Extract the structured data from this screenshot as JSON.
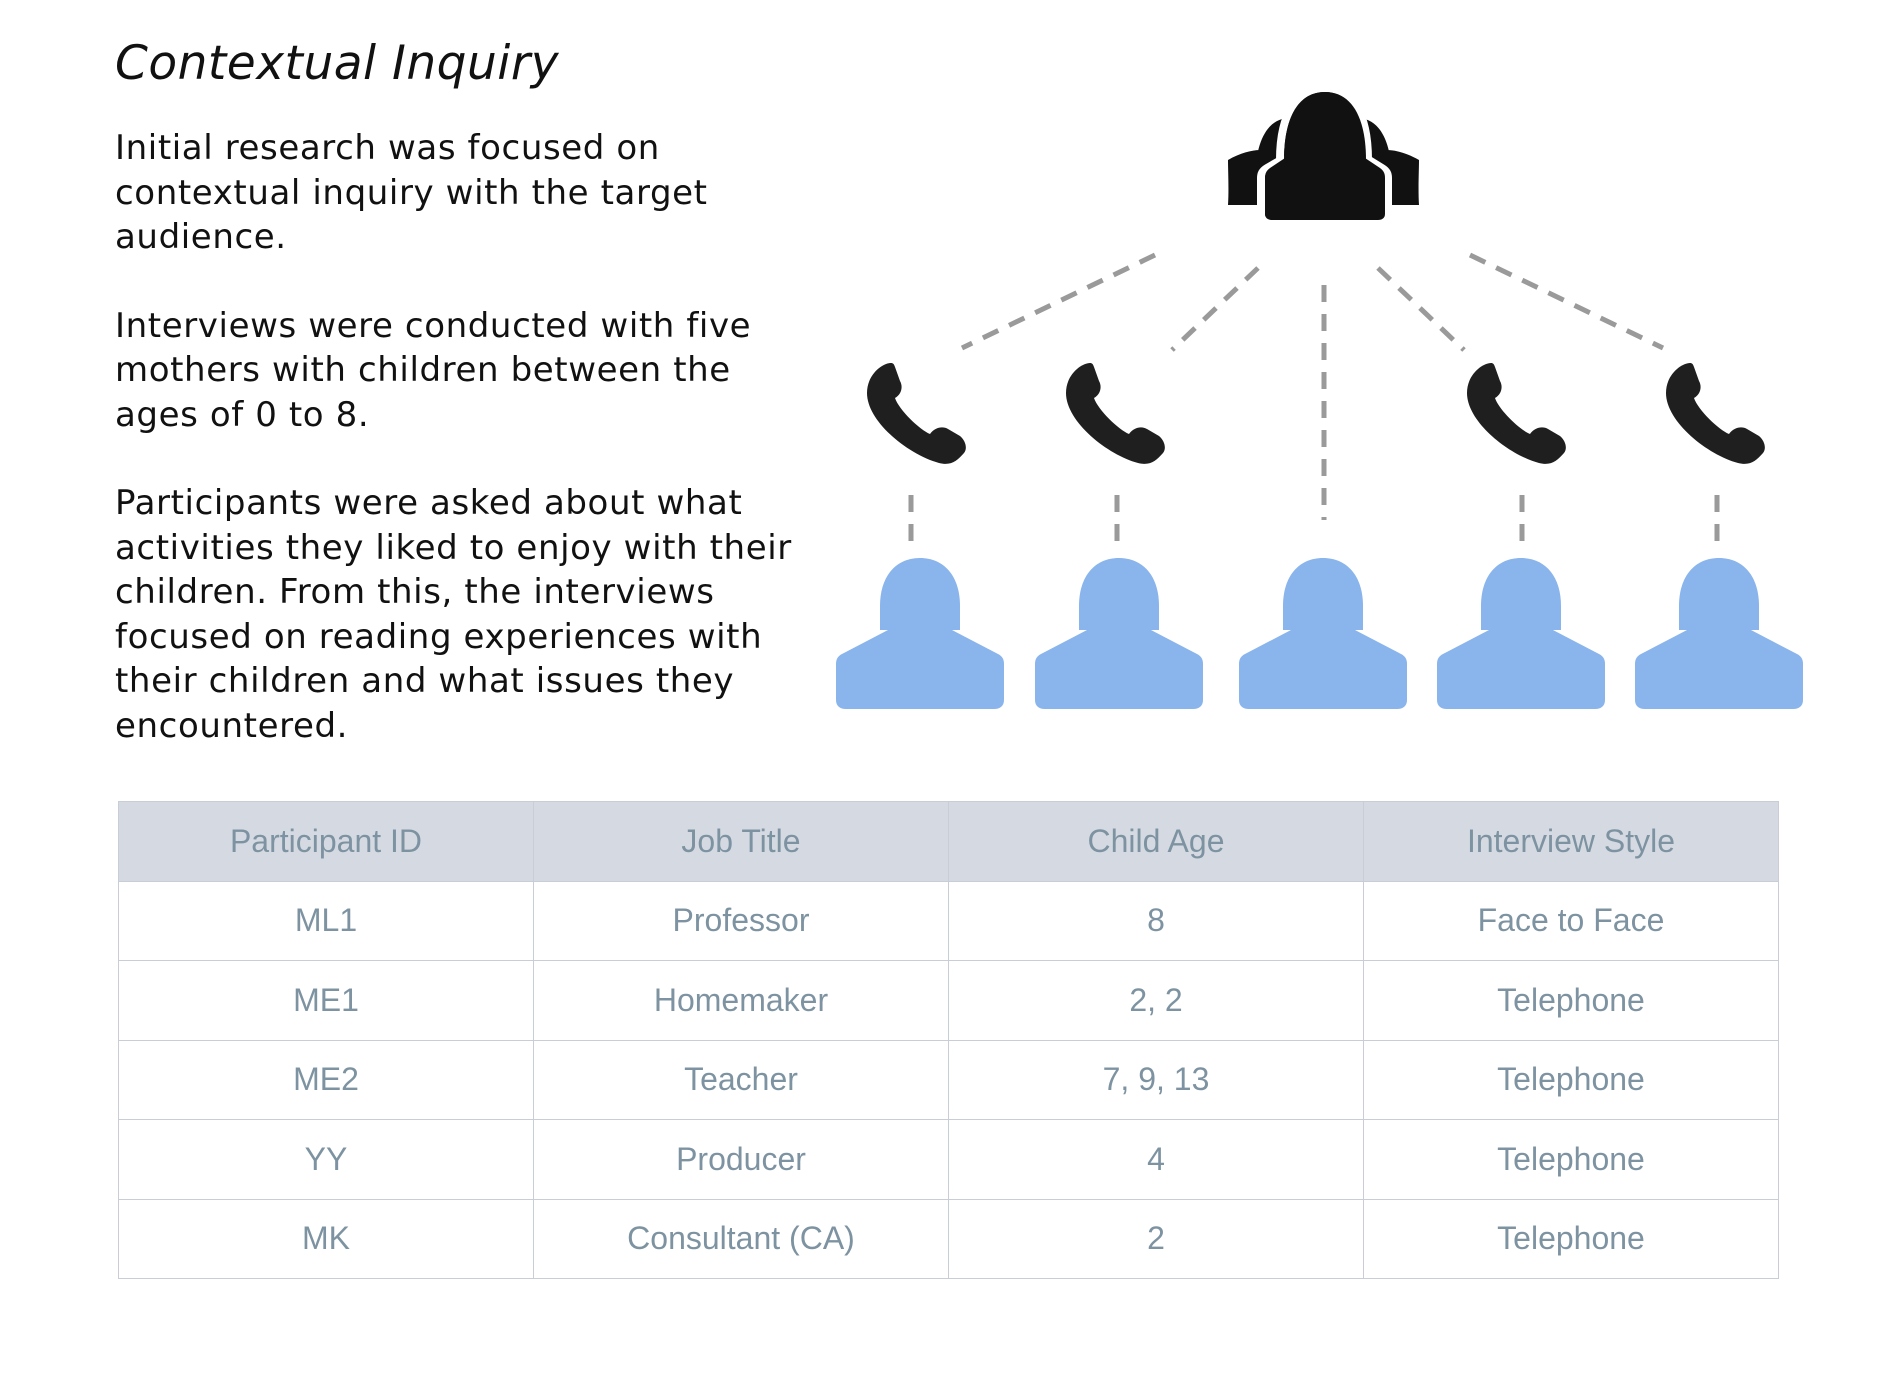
{
  "title": "Contextual Inquiry",
  "paragraphs": [
    "Initial research was focused on contextual inquiry with the target audience.",
    "Interviews were conducted with five mothers with children between the ages of 0 to 8.",
    "Participants were asked about what activities they liked to enjoy with their children. From this, the interviews focused on reading experiences with their children and what issues they encountered."
  ],
  "colors": {
    "group_icon": "#111111",
    "phone_icon": "#1f1f1f",
    "participant_icon": "#89b4ec",
    "connector": "#9a9a9a",
    "table_header_bg": "#d5dae2",
    "table_text": "#7e93a1",
    "table_border": "#c9ced6"
  },
  "diagram": {
    "hub_icon": "group-users-icon",
    "branches": [
      {
        "phone_icon": "phone-icon",
        "participant_icon": "person-icon"
      },
      {
        "phone_icon": "phone-icon",
        "participant_icon": "person-icon"
      },
      {
        "phone_icon": null,
        "participant_icon": "person-icon"
      },
      {
        "phone_icon": "phone-icon",
        "participant_icon": "person-icon"
      },
      {
        "phone_icon": "phone-icon",
        "participant_icon": "person-icon"
      }
    ]
  },
  "table": {
    "headers": [
      "Participant ID",
      "Job Title",
      "Child Age",
      "Interview Style"
    ],
    "rows": [
      [
        "ML1",
        "Professor",
        "8",
        "Face to Face"
      ],
      [
        "ME1",
        "Homemaker",
        "2, 2",
        "Telephone"
      ],
      [
        "ME2",
        "Teacher",
        "7, 9, 13",
        "Telephone"
      ],
      [
        "YY",
        "Producer",
        "4",
        "Telephone"
      ],
      [
        "MK",
        "Consultant (CA)",
        "2",
        "Telephone"
      ]
    ]
  }
}
